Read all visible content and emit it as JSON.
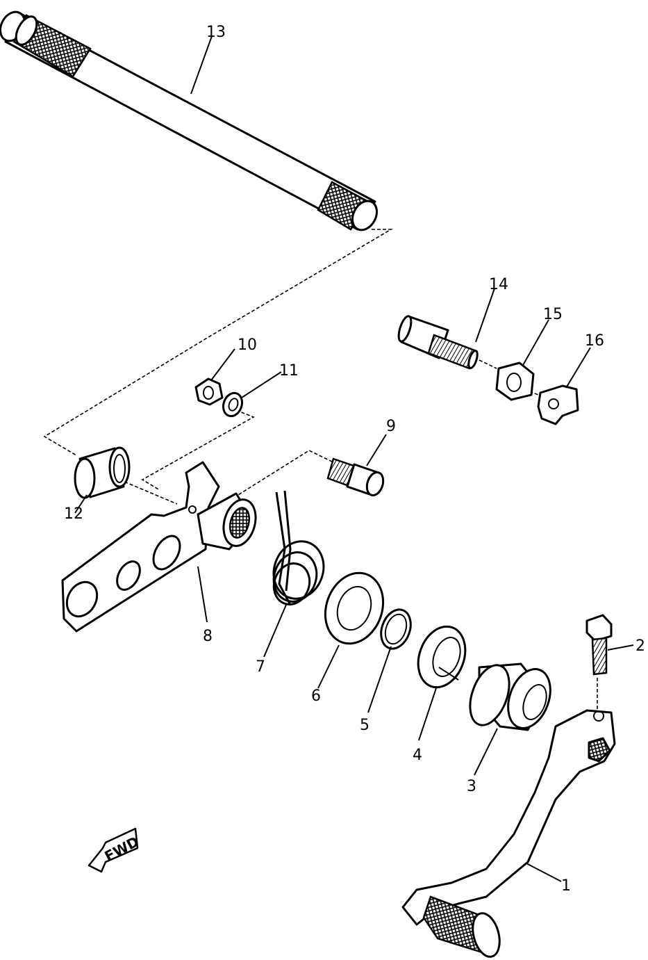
{
  "diagram": {
    "callouts": [
      {
        "id": "callout-1",
        "label": "1"
      },
      {
        "id": "callout-2",
        "label": "2"
      },
      {
        "id": "callout-3",
        "label": "3"
      },
      {
        "id": "callout-4",
        "label": "4"
      },
      {
        "id": "callout-5",
        "label": "5"
      },
      {
        "id": "callout-6",
        "label": "6"
      },
      {
        "id": "callout-7",
        "label": "7"
      },
      {
        "id": "callout-8",
        "label": "8"
      },
      {
        "id": "callout-9",
        "label": "9"
      },
      {
        "id": "callout-10",
        "label": "10"
      },
      {
        "id": "callout-11",
        "label": "11"
      },
      {
        "id": "callout-12",
        "label": "12"
      },
      {
        "id": "callout-13",
        "label": "13"
      },
      {
        "id": "callout-14",
        "label": "14"
      },
      {
        "id": "callout-15",
        "label": "15"
      },
      {
        "id": "callout-16",
        "label": "16"
      }
    ],
    "direction_marker": {
      "label": "FWD",
      "icon": "arrow-left-icon"
    }
  }
}
